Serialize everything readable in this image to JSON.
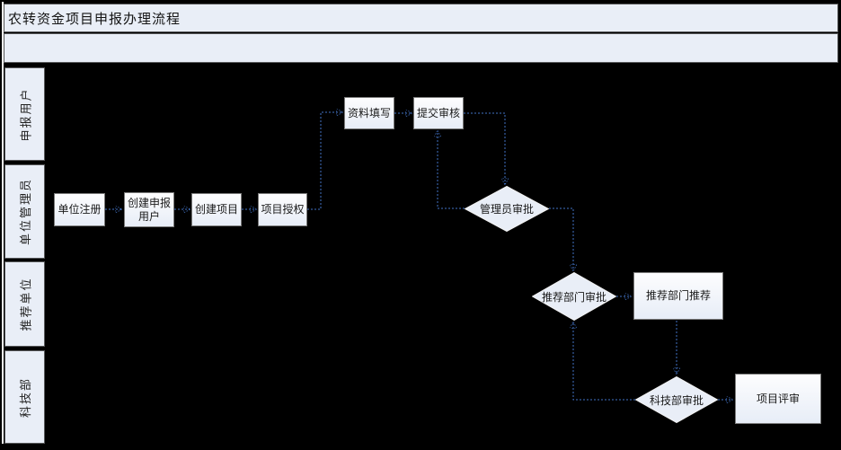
{
  "diagram": {
    "title": "农转资金项目申报办理流程",
    "lanes": [
      {
        "label": "申报用户"
      },
      {
        "label": "单位管理员"
      },
      {
        "label": "推荐单位"
      },
      {
        "label": "科技部"
      }
    ],
    "nodes": {
      "unit_register": "单位注册",
      "create_applicant": "创建申报\n用户",
      "create_project": "创建项目",
      "project_authorize": "项目授权",
      "fill_data": "资料填写",
      "submit_review": "提交审核",
      "admin_approve": "管理员审批",
      "recommend_dept_approve": "推荐部门审批",
      "recommend_dept_recommend": "推荐部门推荐",
      "most_approve": "科技部审批",
      "project_review": "项目评审"
    },
    "colors": {
      "connector_blue": "#4272c4",
      "arrowhead_blue": "#3a6bbf",
      "lane_fill": "#e9eef7",
      "node_border": "#7a7a7a",
      "frame_border": "#57585a",
      "background": "#000000"
    }
  }
}
